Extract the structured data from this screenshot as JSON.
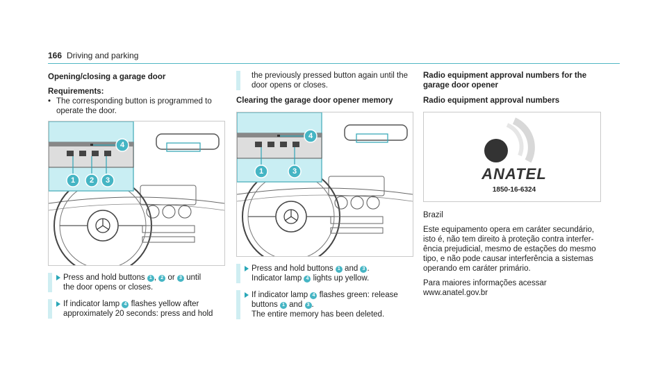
{
  "header": {
    "page_number": "166",
    "section": "Driving and parking"
  },
  "col1": {
    "heading": "Opening/closing a garage door",
    "requirements_label": "Requirements:",
    "requirement_line1": "The corresponding button is programmed to",
    "requirement_line2": "operate the door.",
    "step1_a": "Press and hold buttons",
    "step1_sep1": ",",
    "step1_or": "or",
    "step1_until": "until",
    "step1_line2": "the door opens or closes.",
    "step2_a": "If indicator lamp",
    "step2_b": "flashes yellow after",
    "step2_line2": "approximately 20 seconds: press and hold"
  },
  "col2": {
    "cont_line1": "the previously pressed button again until the",
    "cont_line2": "door opens or closes.",
    "heading": "Clearing the garage door opener memory",
    "step1_a": "Press and hold buttons",
    "step1_and": "and",
    "step1_end": ".",
    "step1_line2_a": "Indicator lamp",
    "step1_line2_b": "lights up yellow.",
    "step2_a": "If indicator lamp",
    "step2_b": "flashes green: release",
    "step2_line2_a": "buttons",
    "step2_line2_and": "and",
    "step2_line2_end": ".",
    "step2_line3": "The entire memory has been deleted."
  },
  "col3": {
    "heading_line1": "Radio equipment approval numbers for the",
    "heading_line2": "garage door opener",
    "subheading": "Radio equipment approval numbers",
    "anatel_logo_text": "ANATEL",
    "anatel_number": "1850-16-6324",
    "country": "Brazil",
    "text_l1": "Este equipamento opera em caráter secundário,",
    "text_l2": "isto é, não tem direito à proteção contra interfer-",
    "text_l3": "ência prejudicial, mesmo de estações do mesmo",
    "text_l4": "tipo, e não pode causar interferência a sistemas",
    "text_l5": "operando em caráter primário.",
    "more_l1": "Para maiores informações acessar",
    "more_l2": "www.anatel.gov.br"
  },
  "callouts": {
    "n1": "1",
    "n2": "2",
    "n3": "3",
    "n4": "4"
  }
}
